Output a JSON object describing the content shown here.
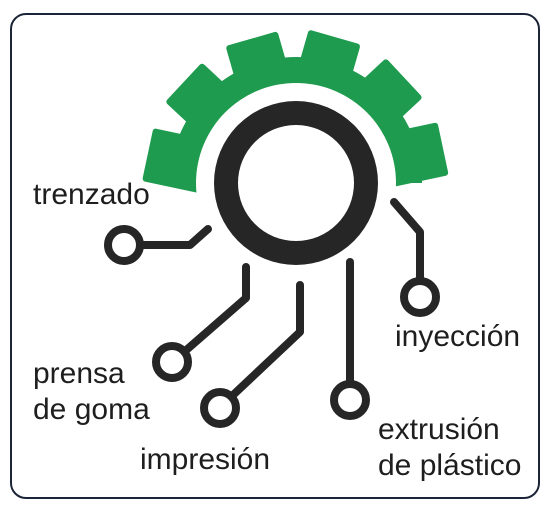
{
  "labels": {
    "trenzado": "trenzado",
    "prensa_line1": "prensa",
    "prensa_line2": "de goma",
    "impresion": "impresión",
    "inyeccion": "inyección",
    "extrusion_line1": "extrusión",
    "extrusion_line2": "de plástico"
  },
  "colors": {
    "gear": "#1e9b4e",
    "ring": "#262626",
    "frame": "#1c2537",
    "text": "#1e1e1e"
  },
  "icons": {
    "center": "gear-icon",
    "nodes": "circuit-node-icon"
  }
}
